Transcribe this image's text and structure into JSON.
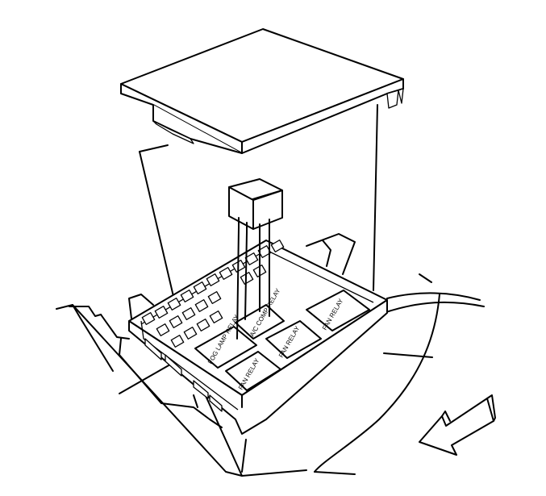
{
  "figure": {
    "labels": {
      "relay_a": "A/C COMP RELAY",
      "relay_b": "FOG LAMP RELAY",
      "relay_c": "FAN RELAY",
      "relay_d": "FAN RELAY",
      "relay_e": "FAN RELAY"
    },
    "colors": {
      "ink": "#000000",
      "paper": "#ffffff"
    },
    "icons": [
      "direction-arrow-icon"
    ]
  }
}
